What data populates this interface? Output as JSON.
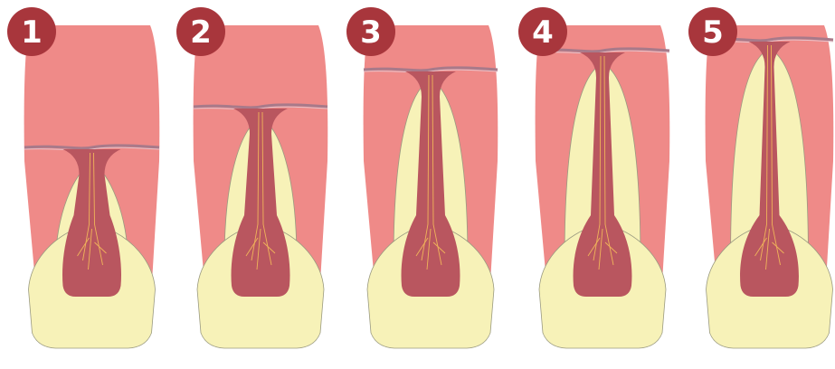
{
  "stages": [
    {
      "label": "1"
    },
    {
      "label": "2"
    },
    {
      "label": "3"
    },
    {
      "label": "4"
    },
    {
      "label": "5"
    }
  ],
  "colors": {
    "badge": "#a8363c",
    "gum": "#ef8a88",
    "gum_outline": "#d9706f",
    "dentin": "#f7f2b8",
    "dentin_outline": "#9a9a80",
    "crown": "#f7f2b8",
    "pulp": "#b9565f",
    "nerve": "#f0b45a",
    "bone_line": "#a87a8a",
    "bone_line_light": "#e6c4cc"
  }
}
